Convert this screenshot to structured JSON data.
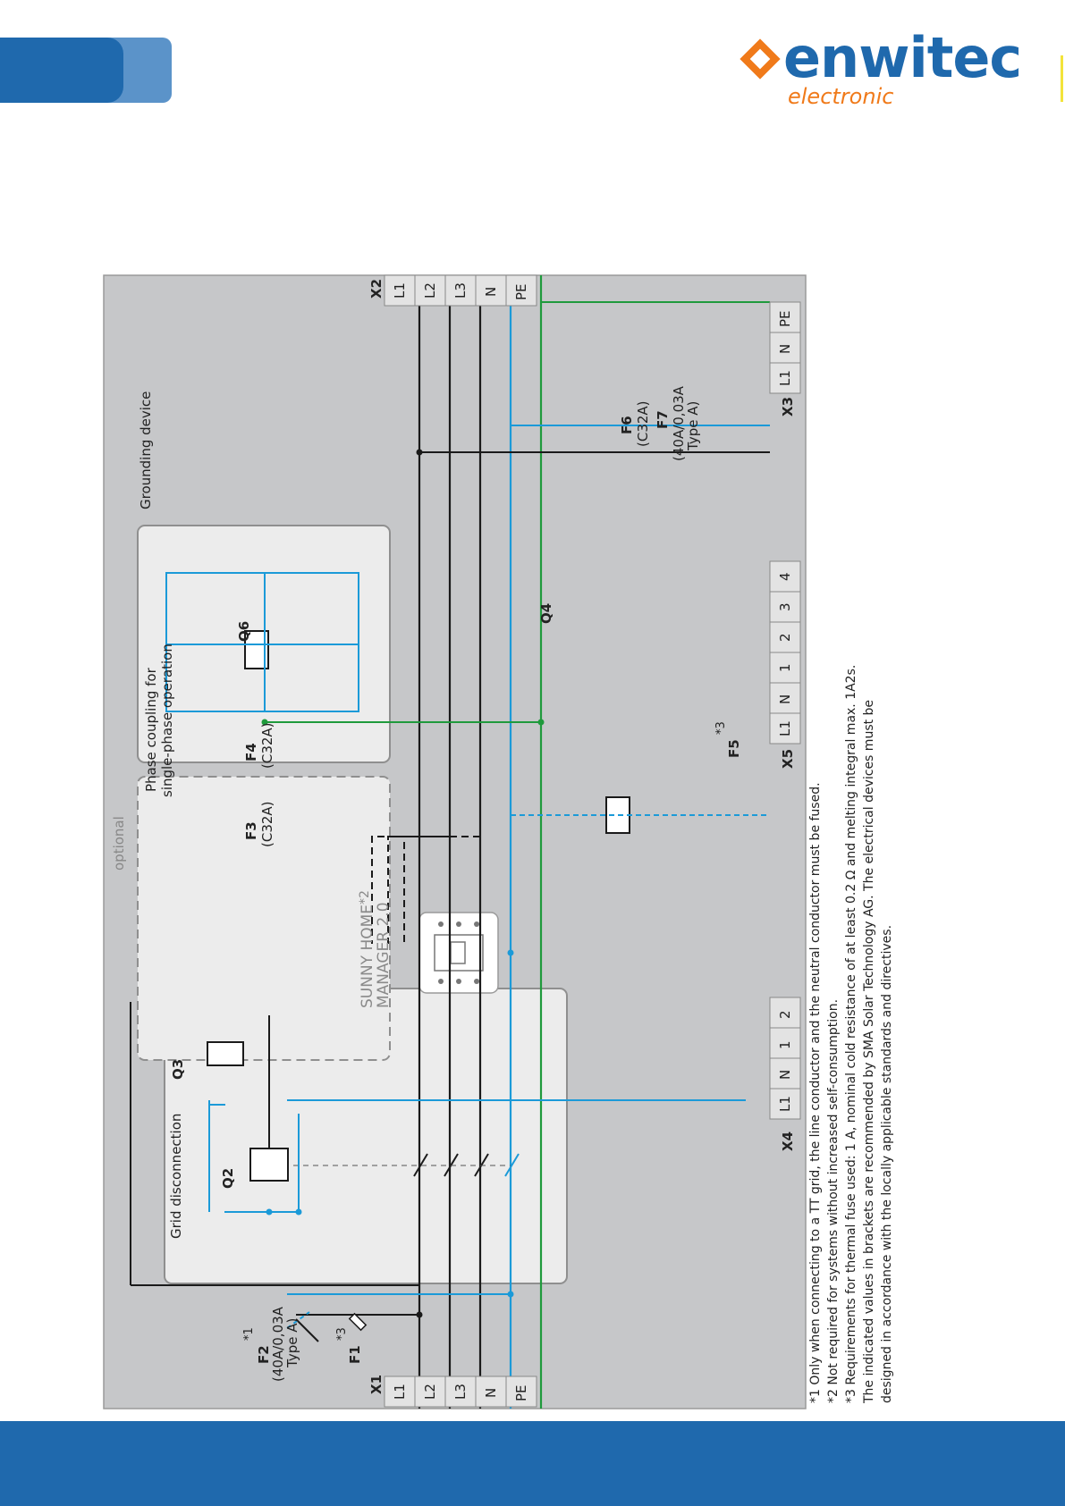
{
  "logo": {
    "name": "enwitec",
    "tagline": "electronic"
  },
  "diagram": {
    "terminal_blocks": {
      "X1": {
        "label": "X1",
        "pins": [
          "L1",
          "L2",
          "L3",
          "N",
          "PE"
        ]
      },
      "X2": {
        "label": "X2",
        "pins": [
          "L1",
          "L2",
          "L3",
          "N",
          "PE"
        ]
      },
      "X3": {
        "label": "X3",
        "pins": [
          "L1",
          "N",
          "PE"
        ]
      },
      "X4": {
        "label": "X4",
        "pins": [
          "L1",
          "N",
          "1",
          "2"
        ]
      },
      "X5": {
        "label": "X5",
        "pins": [
          "L1",
          "N",
          "1",
          "2",
          "3",
          "4"
        ]
      }
    },
    "groups": {
      "grid": "Grid disconnection",
      "phase_l1": "Phase coupling for",
      "phase_l2": "single-phase operation",
      "optional": "optional",
      "grounding": "Grounding device"
    },
    "meter": {
      "l1": "SUNNY HOME",
      "l2": "MANAGER 2.0",
      "ref": "*2"
    },
    "components": {
      "F1": {
        "name": "F1",
        "ref": "*3"
      },
      "F2": {
        "name": "F2",
        "ref": "*1",
        "rating": "(40A/0,03A",
        "type": "Type A)"
      },
      "F3": {
        "name": "F3",
        "rating": "(C32A)"
      },
      "F4": {
        "name": "F4",
        "rating": "(C32A)"
      },
      "F5": {
        "name": "F5",
        "ref": "*3"
      },
      "F6": {
        "name": "F6",
        "rating": "(C32A)"
      },
      "F7": {
        "name": "F7",
        "rating": "(40A/0,03A",
        "type": "Type A)"
      },
      "Q2": "Q2",
      "Q3": "Q3",
      "Q4": "Q4",
      "Q6": "Q6"
    },
    "colors": {
      "phase": "#1a1a1a",
      "neutral": "#1b9ad8",
      "earth": "#1f9a3c",
      "panel": "#c6c7c9",
      "box": "#ececec"
    }
  },
  "notes": [
    {
      "mark": "*1",
      "text": "Only when connecting to a TT grid, the line conductor and the neutral conductor must be fused."
    },
    {
      "mark": "*2",
      "text": "Not required for systems without increased self-consumption."
    },
    {
      "mark": "*3",
      "text": "Requirements for thermal fuse used: 1 A, nominal cold resistance of at least 0.2 Ω and melting integral max. 1A2s."
    },
    {
      "mark": "",
      "text": "The indicated values in brackets are recommended by SMA Solar Technology AG. The electrical devices must be"
    },
    {
      "mark": "",
      "text": "designed in accordance with the locally applicable standards and directives."
    }
  ]
}
